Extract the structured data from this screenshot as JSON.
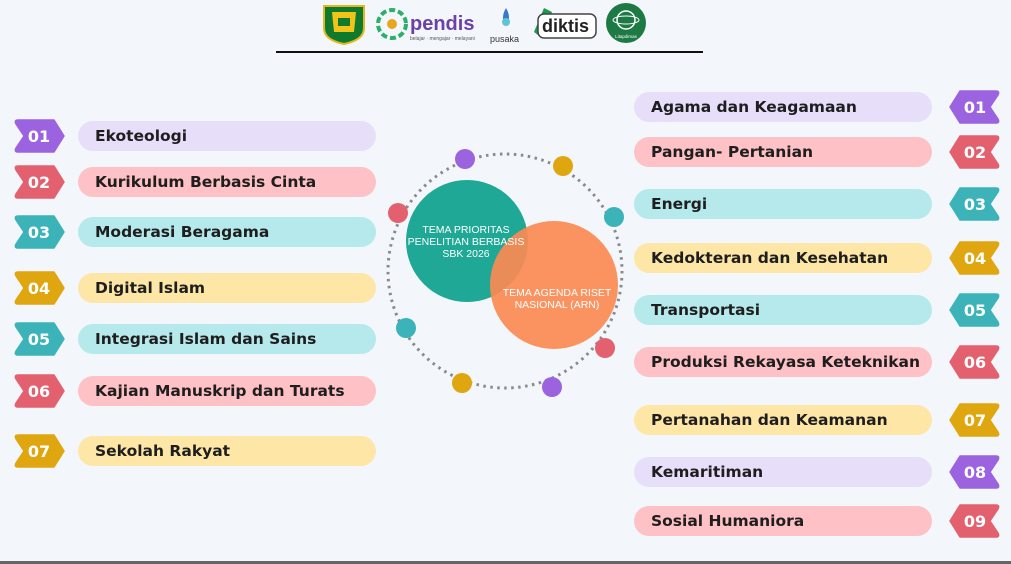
{
  "header": {
    "logos": [
      {
        "icon": "kemenag-emblem-icon"
      },
      {
        "icon": "pendis-logo-icon",
        "text": "pendis",
        "tagline": "belajar · mengajar · melayani"
      },
      {
        "icon": "pusaka-logo-icon",
        "text": "pusaka"
      },
      {
        "icon": "diktis-logo-icon",
        "text": "diktis"
      },
      {
        "icon": "litapdimas-logo-icon",
        "text": "Litapdimas"
      }
    ]
  },
  "center": {
    "circle_a": "TEMA PRIORITAS PENELITIAN BERBASIS SBK 2026",
    "circle_b": "TEMA AGENDA RISET NASIONAL (ARN)"
  },
  "left_items": [
    {
      "num": "01",
      "label": "Ekoteologi",
      "color": "#9b63e0",
      "bg": "#e7defa"
    },
    {
      "num": "02",
      "label": "Kurikulum Berbasis Cinta",
      "color": "#e3616f",
      "bg": "#fec1c5"
    },
    {
      "num": "03",
      "label": "Moderasi Beragama",
      "color": "#3bb3b9",
      "bg": "#b6e9ec"
    },
    {
      "num": "04",
      "label": "Digital Islam",
      "color": "#e0a610",
      "bg": "#fde6a6"
    },
    {
      "num": "05",
      "label": "Integrasi Islam dan Sains",
      "color": "#3bb3b9",
      "bg": "#b6e9ec"
    },
    {
      "num": "06",
      "label": "Kajian Manuskrip dan Turats",
      "color": "#e3616f",
      "bg": "#fec1c5"
    },
    {
      "num": "07",
      "label": "Sekolah Rakyat",
      "color": "#e0a610",
      "bg": "#fde6a6"
    }
  ],
  "right_items": [
    {
      "num": "01",
      "label": "Agama dan Keagamaan",
      "color": "#9b63e0",
      "bg": "#e7defa"
    },
    {
      "num": "02",
      "label": "Pangan- Pertanian",
      "color": "#e3616f",
      "bg": "#fec1c5"
    },
    {
      "num": "03",
      "label": "Energi",
      "color": "#3bb3b9",
      "bg": "#b6e9ec"
    },
    {
      "num": "04",
      "label": "Kedokteran dan Kesehatan",
      "color": "#e0a610",
      "bg": "#fde6a6"
    },
    {
      "num": "05",
      "label": "Transportasi",
      "color": "#3bb3b9",
      "bg": "#b6e9ec"
    },
    {
      "num": "06",
      "label": "Produksi Rekayasa Keteknikan",
      "color": "#e3616f",
      "bg": "#fec1c5"
    },
    {
      "num": "07",
      "label": "Pertanahan dan Keamanan",
      "color": "#e0a610",
      "bg": "#fde6a6"
    },
    {
      "num": "08",
      "label": "Kemaritiman",
      "color": "#9b63e0",
      "bg": "#e7defa"
    },
    {
      "num": "09",
      "label": "Sosial Humaniora",
      "color": "#e3616f",
      "bg": "#fec1c5"
    }
  ]
}
